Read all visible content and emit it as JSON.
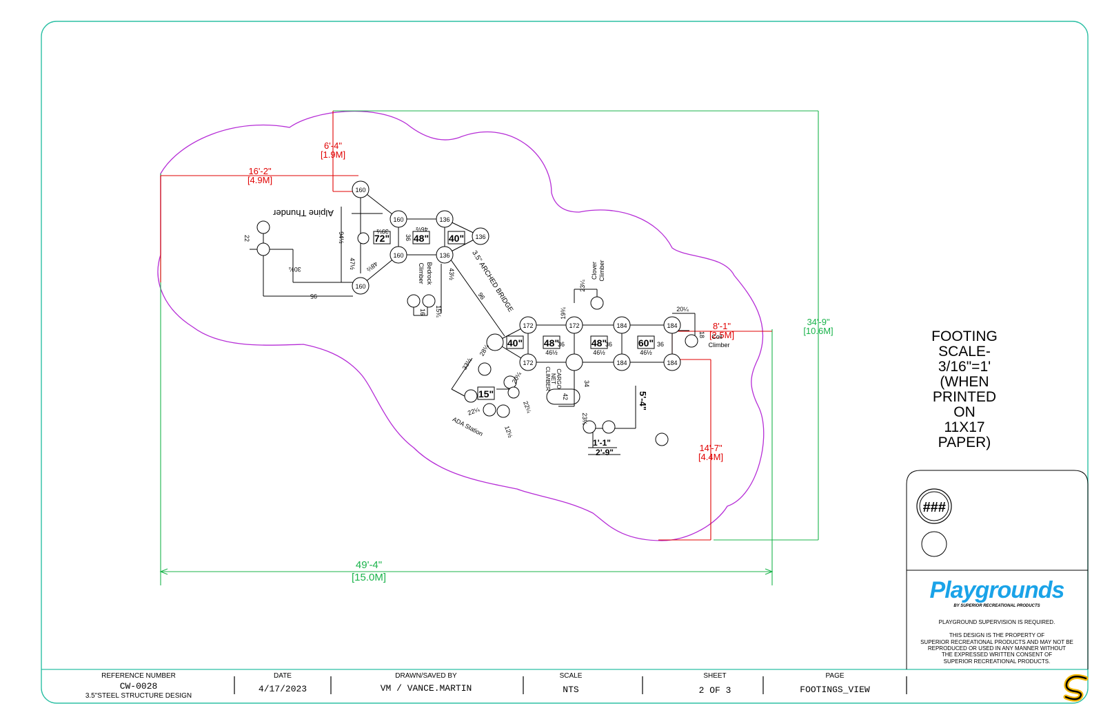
{
  "drawing": {
    "dims_red": [
      {
        "ft": "6'-4\"",
        "m": "[1.9M]"
      },
      {
        "ft": "16'-2\"",
        "m": "[4.9M]"
      },
      {
        "ft": "8'-1\"",
        "m": "[2.5M]"
      },
      {
        "ft": "14'-7\"",
        "m": "[4.4M]"
      }
    ],
    "dims_green": [
      {
        "ft": "49'-4\"",
        "m": "[15.0M]"
      },
      {
        "ft": "34'-9\"",
        "m": "[10.6M]"
      }
    ],
    "labels": {
      "alpine": "Alpine Thunder",
      "bedrock": "Bedrock",
      "bedrock2": "Climber",
      "bridge": "3.5\" ARCHED BRIDGE",
      "clover": "Clover",
      "clover2": "Climber",
      "coil": "Coil",
      "coil2": "Climber",
      "cargo": "CARGO",
      "cargo2": "NET",
      "cargo3": "CLIMBER",
      "ada": "ADA Station"
    },
    "post_labels": [
      "160",
      "160",
      "160",
      "160",
      "136",
      "136",
      "136",
      "172",
      "172",
      "172",
      "184",
      "184",
      "184",
      "184"
    ],
    "deck_labels": [
      "72\"",
      "48\"",
      "40\"",
      "40\"",
      "48\"",
      "48\"",
      "60\"",
      "15\""
    ],
    "small_dims": [
      "22",
      "94½",
      "47½",
      "30¾",
      "95",
      "48½",
      "39½",
      "46½",
      "36",
      "43½",
      "96",
      "16",
      "15¾",
      "23¼",
      "19¾",
      "20¼",
      "18",
      "36",
      "46½",
      "46½",
      "46½",
      "36",
      "36",
      "34",
      "42",
      "23¼",
      "5'-4\"",
      "1'-1\"",
      "2'-9\"",
      "22¼",
      "12½",
      "28¼",
      "33½",
      "20¼",
      "22¼"
    ]
  },
  "scale_note": [
    "FOOTING",
    "SCALE-",
    "3/16\"=1'",
    "(WHEN",
    "PRINTED",
    "ON",
    "11X17",
    "PAPER)"
  ],
  "title_block": {
    "badge": "###",
    "brand": "Playgrounds",
    "brand_sub": "BY SUPERIOR RECREATIONAL PRODUCTS",
    "supervision": "PLAYGROUND SUPERVISION IS REQUIRED.",
    "property_lines": [
      "THIS DESIGN IS THE PROPERTY OF",
      "SUPERIOR RECREATIONAL PRODUCTS AND MAY NOT BE",
      "REPRODUCED OR USED IN ANY MANNER WITHOUT",
      "THE EXPRESSED WRITTEN CONSENT OF",
      "SUPERIOR RECREATIONAL PRODUCTS."
    ],
    "logo_letter": "S"
  },
  "footer": {
    "ref_label": "REFERENCE NUMBER",
    "ref_value": "CW-0028",
    "ref_sub": "3.5\"STEEL STRUCTURE DESIGN",
    "date_label": "DATE",
    "date_value": "4/17/2023",
    "drawn_label": "DRAWN/SAVED BY",
    "drawn_value": "VM / VANCE.MARTIN",
    "scale_label": "SCALE",
    "scale_value": "NTS",
    "sheet_label": "SHEET",
    "sheet_value": "2 OF 3",
    "page_label": "PAGE",
    "page_value": "FOOTINGS_VIEW"
  },
  "colors": {
    "frame": "#2bbfa4",
    "boundary": "#b52bd6",
    "dim_red": "#e00000",
    "dim_green": "#19b34a",
    "brand": "#1aa3e8",
    "logo_yellow": "#f2b705"
  }
}
